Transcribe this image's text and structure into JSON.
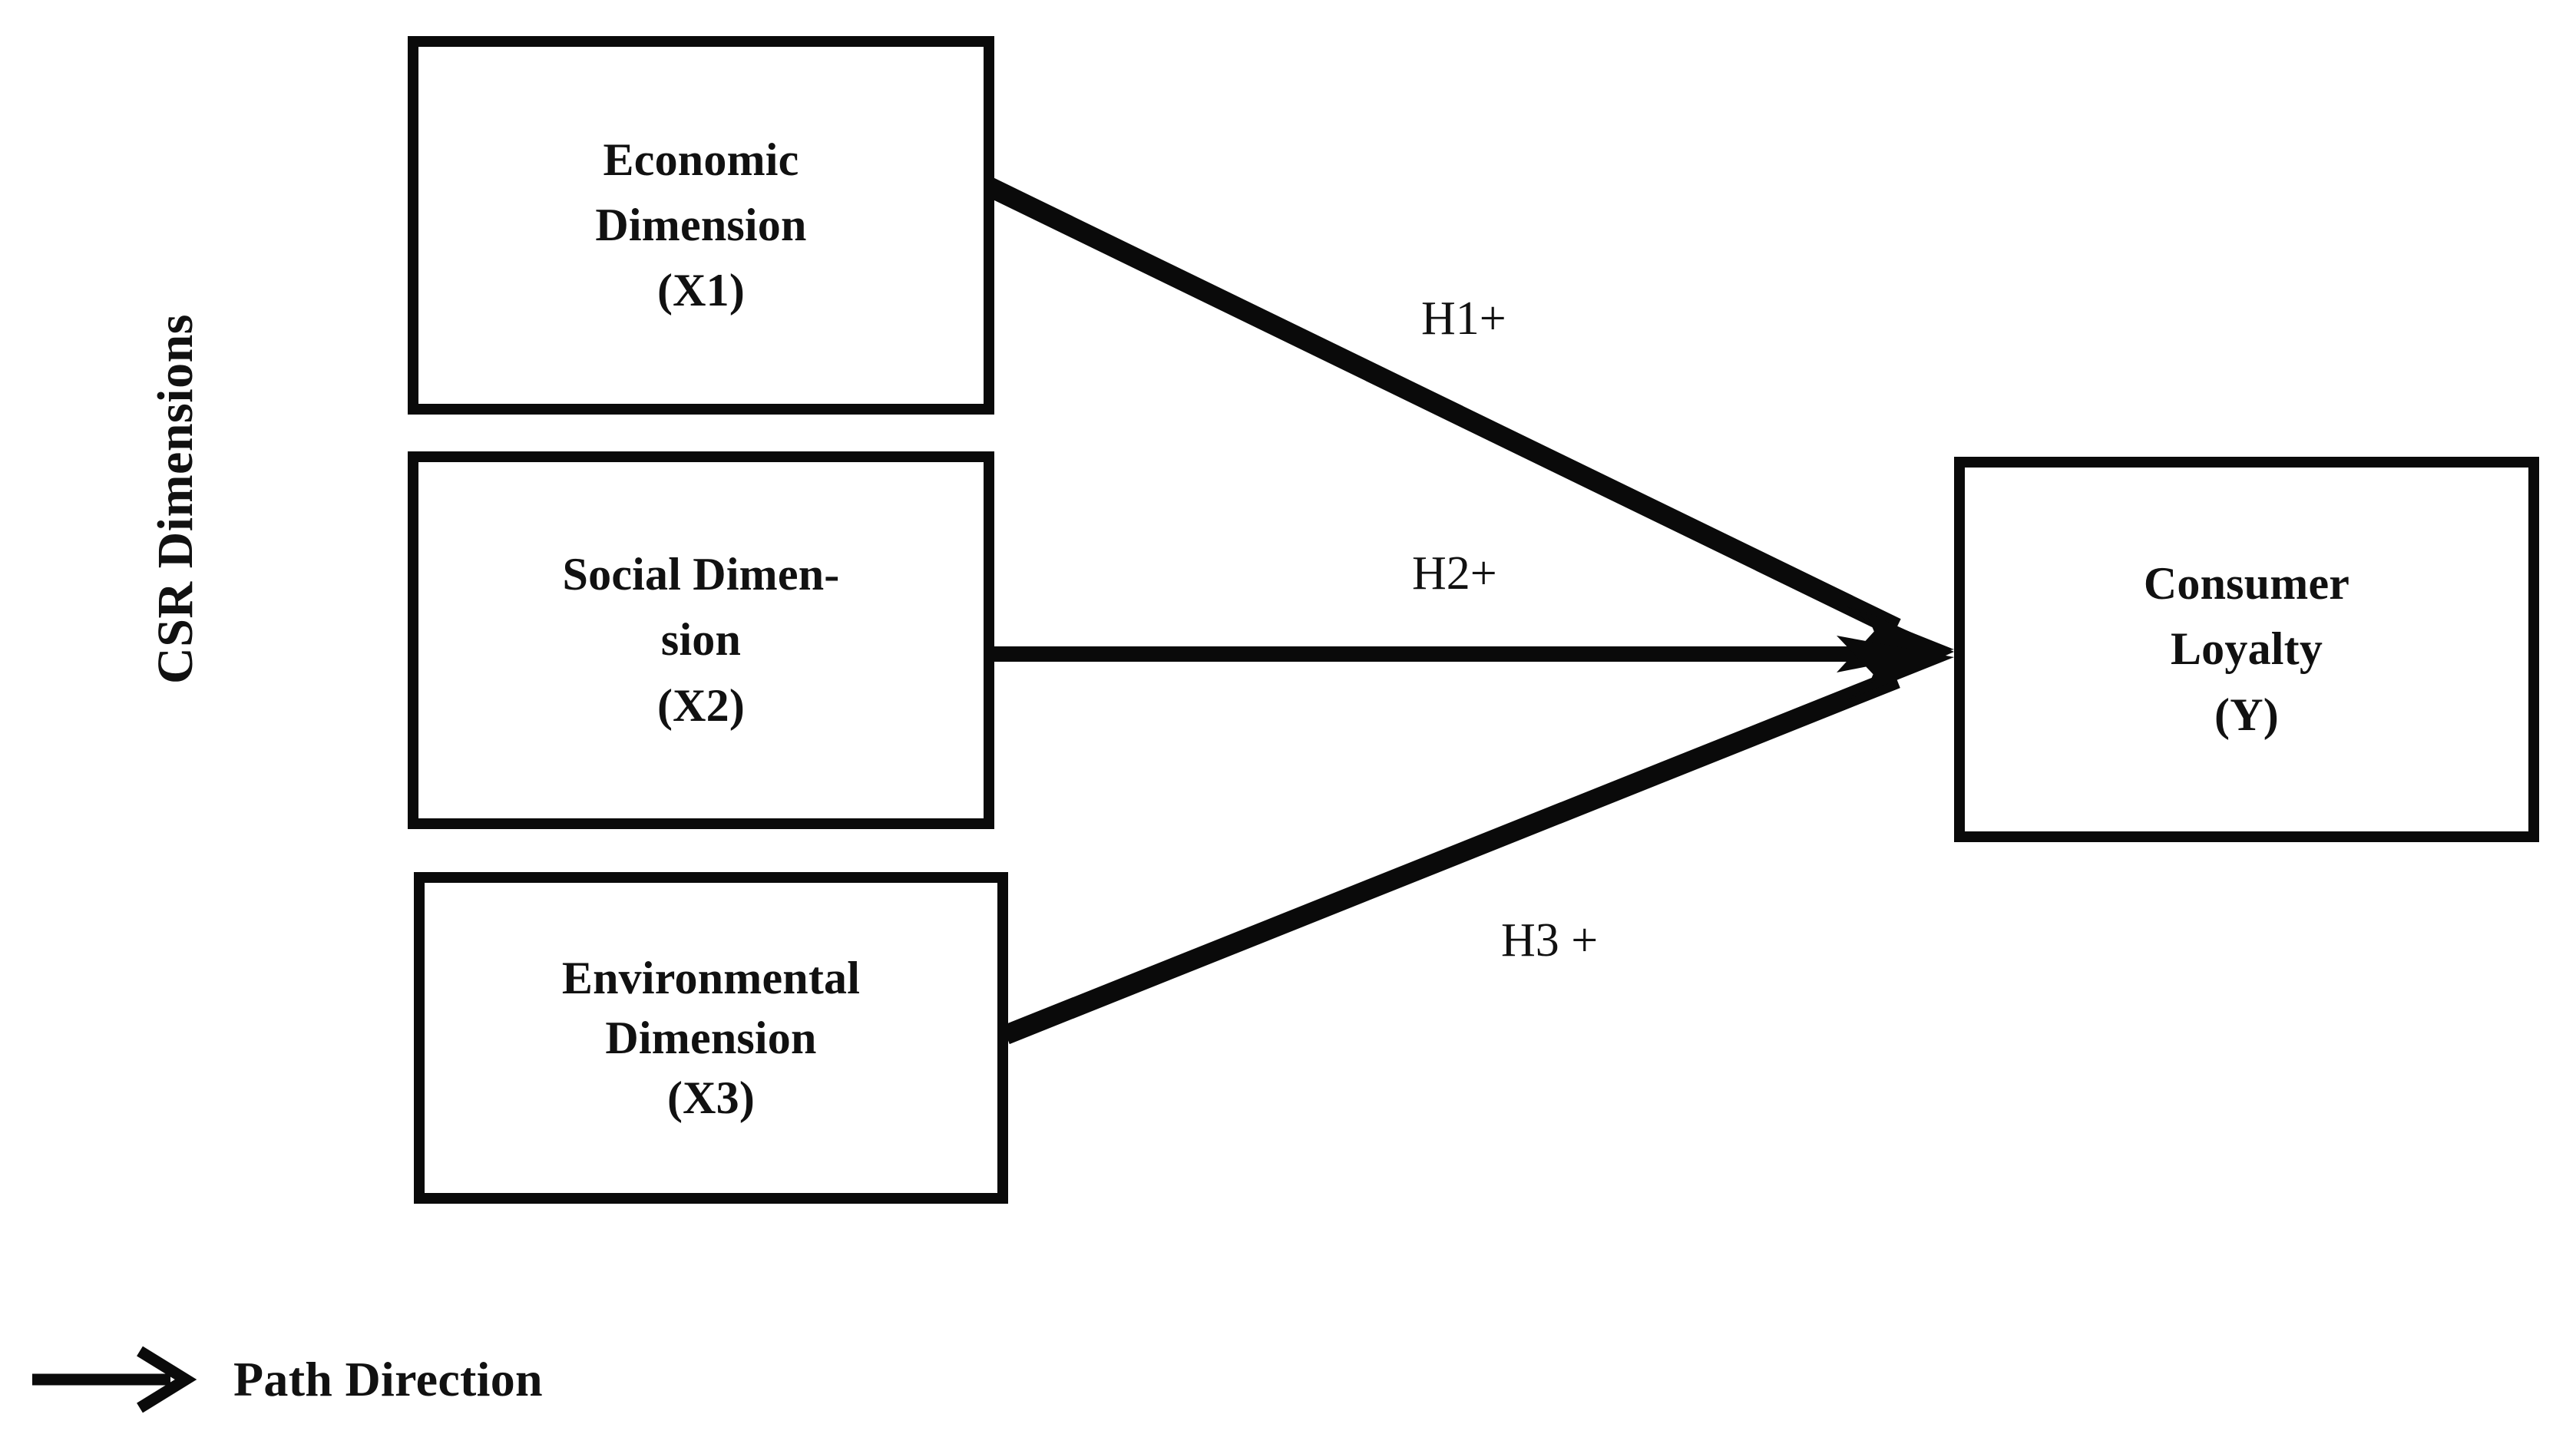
{
  "figure": {
    "group_label": "CSR Dimensions",
    "background_color": "#ffffff",
    "stroke_color": "#0a0a0a",
    "text_color": "#111111"
  },
  "nodes": {
    "economic": {
      "line1": "Economic",
      "line2": "Dimension",
      "line3": "(X1)"
    },
    "social": {
      "line1": "Social Dimen-",
      "line2": "sion",
      "line3": "(X2)"
    },
    "environmental": {
      "line1": "Environmental",
      "line2": "Dimension",
      "line3": "(X3)"
    },
    "loyalty": {
      "line1": "Consumer",
      "line2": "Loyalty",
      "line3": "(Y)"
    }
  },
  "paths": [
    {
      "id": "h1",
      "label": "H1+",
      "from": "economic",
      "to": "loyalty"
    },
    {
      "id": "h2",
      "label": "H2+",
      "from": "social",
      "to": "loyalty"
    },
    {
      "id": "h3",
      "label": "H3 +",
      "from": "environmental",
      "to": "loyalty"
    }
  ],
  "legend": {
    "icon": "arrow-right-icon",
    "label": "Path Direction"
  },
  "chart_data": {
    "type": "diagram",
    "title": "",
    "diagram_kind": "conceptual-research-model",
    "nodes": [
      {
        "id": "X1",
        "label": "Economic Dimension (X1)",
        "group": "CSR Dimensions",
        "role": "independent"
      },
      {
        "id": "X2",
        "label": "Social Dimension (X2)",
        "group": "CSR Dimensions",
        "role": "independent"
      },
      {
        "id": "X3",
        "label": "Environmental Dimension (X3)",
        "group": "CSR Dimensions",
        "role": "independent"
      },
      {
        "id": "Y",
        "label": "Consumer Loyalty (Y)",
        "group": "",
        "role": "dependent"
      }
    ],
    "edges": [
      {
        "source": "X1",
        "target": "Y",
        "label": "H1+",
        "sign": "positive"
      },
      {
        "source": "X2",
        "target": "Y",
        "label": "H2+",
        "sign": "positive"
      },
      {
        "source": "X3",
        "target": "Y",
        "label": "H3 +",
        "sign": "positive"
      }
    ],
    "legend": [
      {
        "symbol": "arrow",
        "label": "Path Direction"
      }
    ]
  }
}
